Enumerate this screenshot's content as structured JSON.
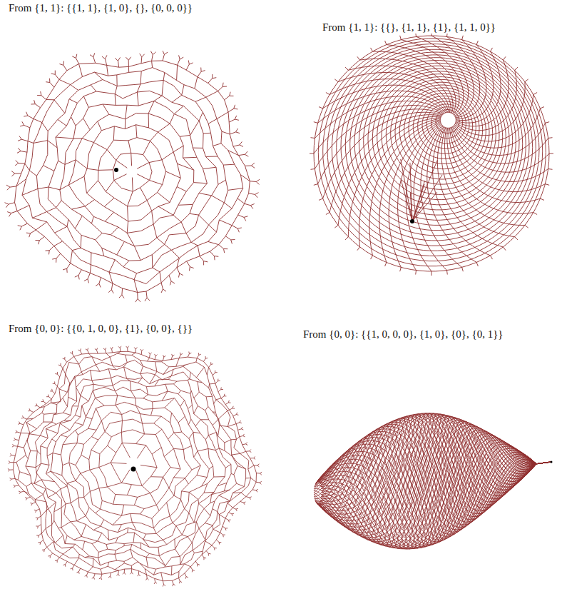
{
  "diagram": {
    "labels": [
      "From {1, 1}: {{1, 1}, {1, 0}, {}, {0, 0, 0}}",
      "From {1, 1}: {{}, {1, 1}, {1}, {1, 1, 0}}",
      "From {0, 0}: {{0, 1, 0, 0}, {1}, {0, 0}, {}}",
      "From {0, 0}: {{1, 0, 0, 0}, {1, 0}, {0}, {0, 1}}"
    ]
  }
}
